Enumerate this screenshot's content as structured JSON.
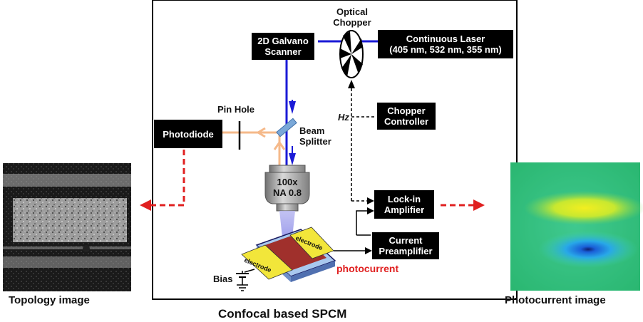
{
  "labels": {
    "optical_chopper": "Optical\nChopper",
    "galvano": "2D Galvano\nScanner",
    "laser": "Continuous Laser\n(405 nm, 532 nm, 355 nm)",
    "pin_hole": "Pin Hole",
    "photodiode": "Photodiode",
    "beam_splitter": "Beam\nSplitter",
    "hz": "Hz",
    "chopper_controller": "Chopper\nController",
    "objective": "100x\nNA 0.8",
    "lockin": "Lock-in\nAmplifier",
    "preamp": "Current\nPreamplifier",
    "electrode_left": "electrode",
    "electrode_right": "electrode",
    "photocurrent": "photocurrent",
    "bias": "Bias",
    "caption_center": "Confocal based SPCM",
    "caption_left": "Topology image",
    "caption_right": "Photocurrent image"
  },
  "colors": {
    "beam_blue": "#1a1ad6",
    "return_beam": "#f5b98a",
    "red_arrow": "#e02020",
    "photocurrent_text": "#e02020",
    "electrode_yellow": "#f2e63a",
    "sample_red": "#a0302c",
    "substrate_blue": "#a8c8ee"
  }
}
